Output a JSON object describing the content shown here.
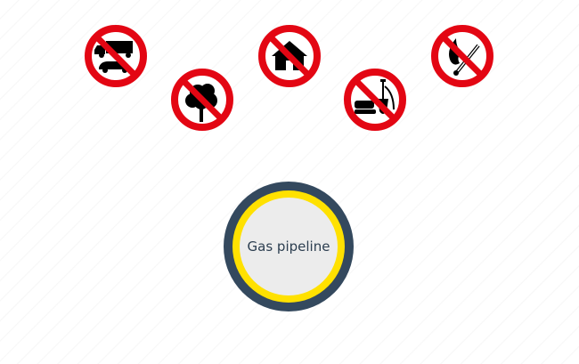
{
  "signs": [
    {
      "name": "no-vehicles",
      "icon": "truck-car-icon"
    },
    {
      "name": "no-trees",
      "icon": "tree-icon"
    },
    {
      "name": "no-buildings",
      "icon": "house-icon"
    },
    {
      "name": "no-excavation",
      "icon": "excavator-shovel-icon"
    },
    {
      "name": "no-fire",
      "icon": "fire-match-icon"
    }
  ],
  "pipeline": {
    "label": "Gas pipeline"
  },
  "colors": {
    "prohibit_red": "#e30613",
    "pipe_outer": "#34495e",
    "pipe_ring": "#ffe100",
    "pipe_fill": "#ececec",
    "text": "#2c3e50"
  }
}
